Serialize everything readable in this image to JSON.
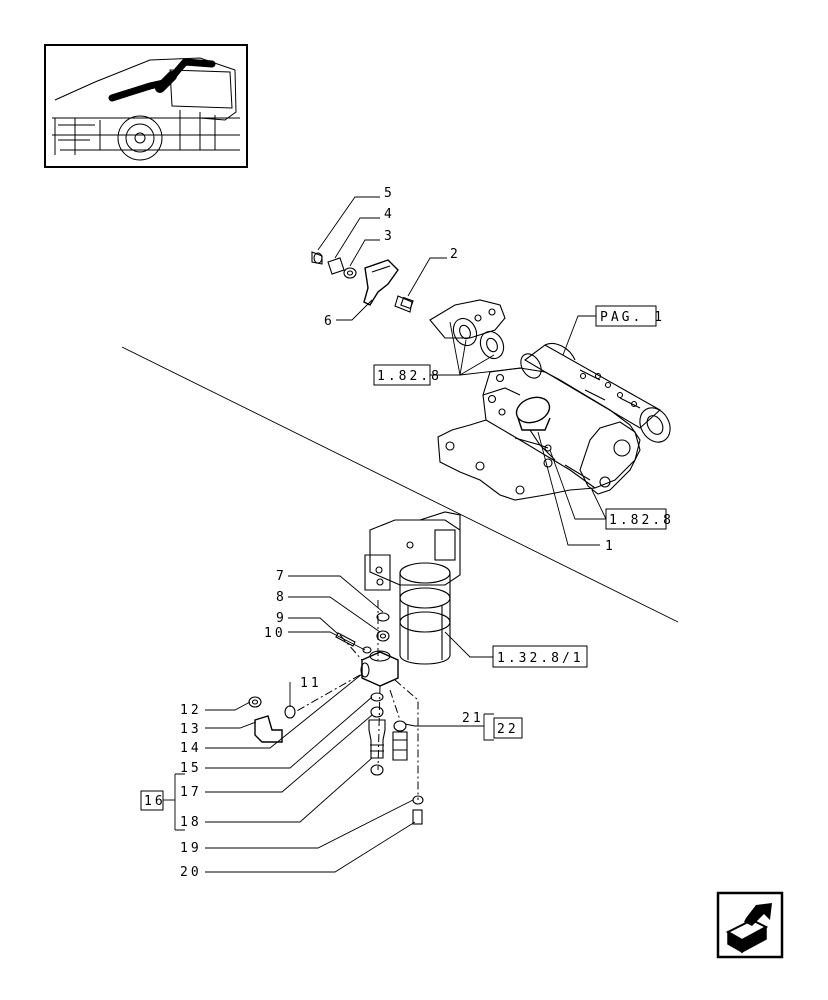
{
  "labels": {
    "p1": "1",
    "p2": "2",
    "p3": "3",
    "p4": "4",
    "p5": "5",
    "p6": "6",
    "p7": "7",
    "p8": "8",
    "p9": "9",
    "p10": "10",
    "p11": "11",
    "p12": "12",
    "p13": "13",
    "p14": "14",
    "p15": "15",
    "p16": "16",
    "p17": "17",
    "p18": "18",
    "p19": "19",
    "p20": "20",
    "p21": "21",
    "p22": "22"
  },
  "refs": {
    "pag": "PAG. 1",
    "ref_a": "1.82.8",
    "ref_b": "1.82.8",
    "ref_c": "1.32.8/1"
  }
}
